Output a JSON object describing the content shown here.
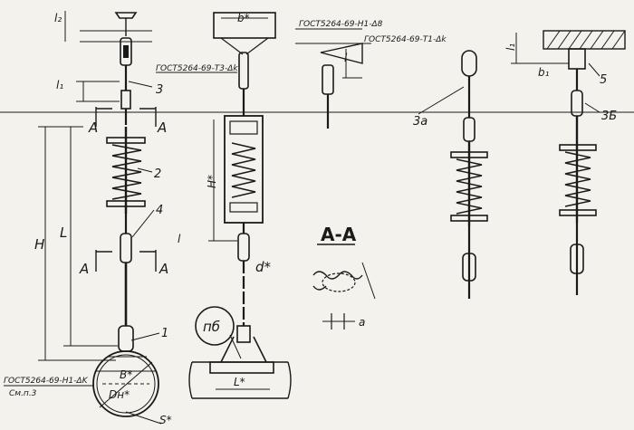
{
  "labels": {
    "gost_top": "ГОСТ5264-69-Т3-Δk",
    "gost_mid1": "ГОСТ5264-69-Н1-Δ8",
    "gost_mid2": "ГОСТ5264-69-Т1-Δk",
    "gost_bottom": "ГОСТ5264-69-Н1-ΔK",
    "see_note": "См.п.3",
    "section_title": "А-А",
    "note_pb": "пб",
    "pos_1": "1",
    "pos_2": "2",
    "pos_3": "3",
    "pos_4": "4",
    "pos_3a": "3а",
    "pos_3b": "3Б",
    "pos_5": "5",
    "cut_a": "А",
    "dim_H": "Н",
    "dim_L": "L",
    "dim_l": "l",
    "dim_l1": "l₁",
    "dim_l2": "l₂",
    "dim_d": "d*",
    "dim_B": "B*",
    "dim_Dn": "Dн*",
    "dim_S": "S*",
    "dim_b": "b*",
    "dim_b1": "b₁",
    "dim_L1": "L*",
    "dim_a": "a",
    "dim_Hstar": "H*"
  }
}
